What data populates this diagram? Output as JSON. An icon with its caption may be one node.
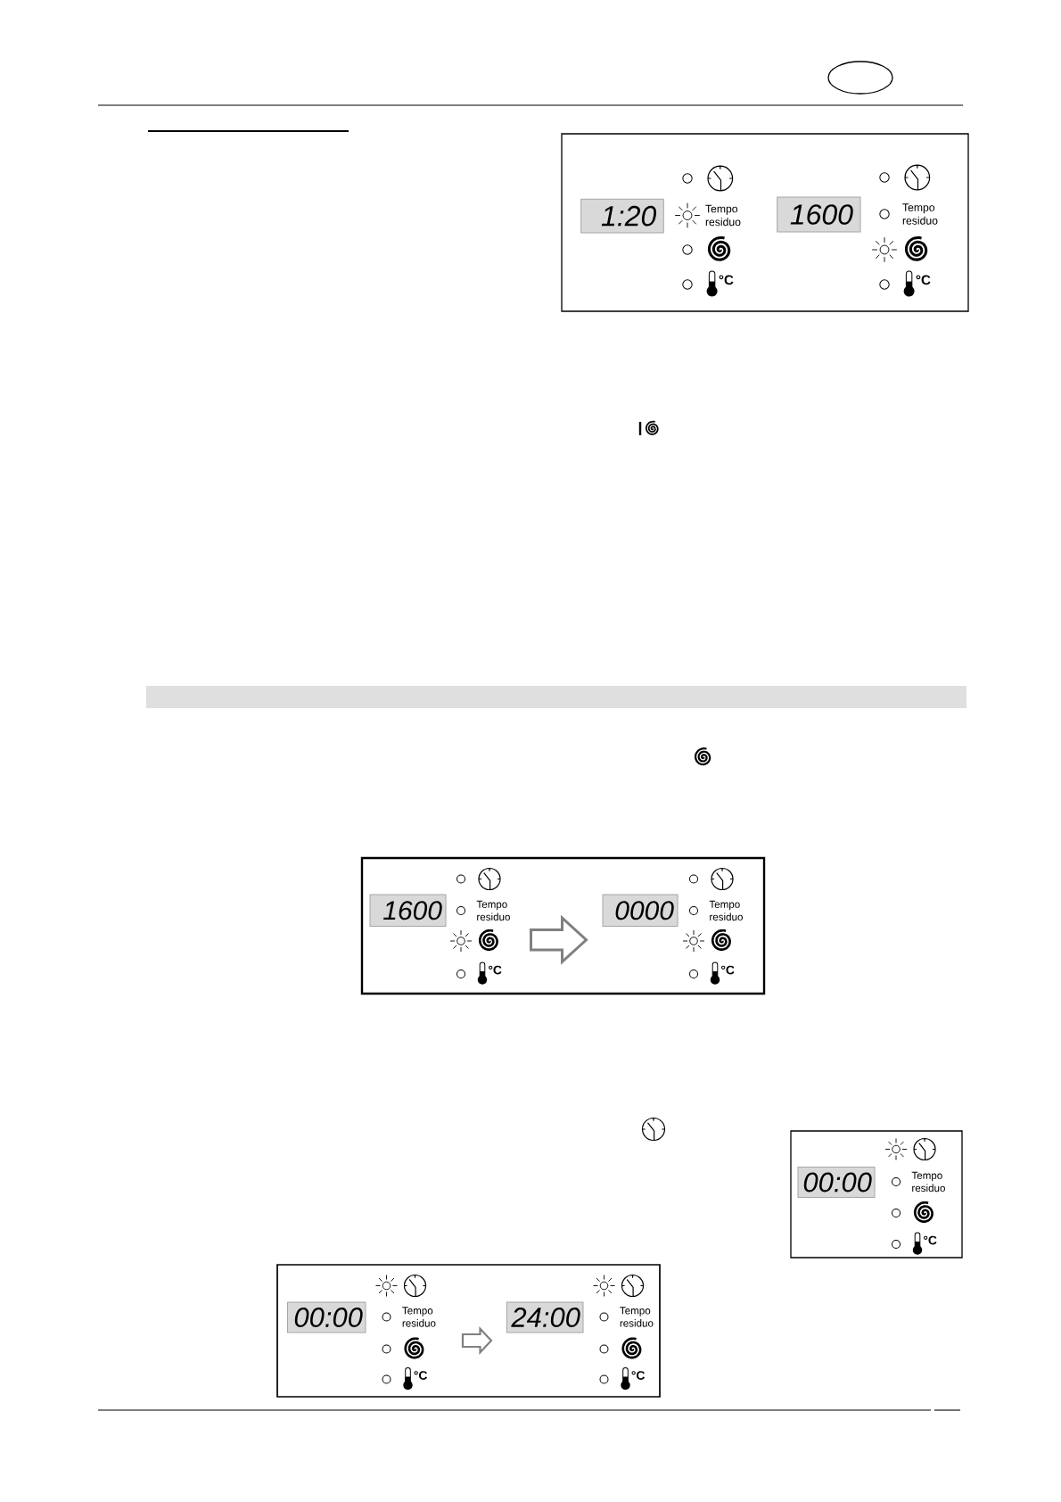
{
  "diagram": {
    "nodes": [
      {
        "text": [],
        "shape": "box"
      },
      {
        "text": [
          "1:20"
        ],
        "in": 0
      },
      {
        "text": [
          "1600"
        ],
        "in": 0
      },
      {
        "text": [],
        "shape": "bar"
      },
      {
        "text": [],
        "shape": "box"
      },
      {
        "text": [
          "1600"
        ],
        "in": 4
      },
      {
        "text": [
          "0000"
        ],
        "in": 4
      },
      {
        "text": [],
        "shape": "box"
      },
      {
        "text": [
          "00:00"
        ],
        "in": 7
      },
      {
        "text": [],
        "shape": "box"
      },
      {
        "text": [
          "00:00"
        ],
        "in": 9
      },
      {
        "text": [
          "24:00"
        ],
        "in": 9
      }
    ],
    "edges": [
      {
        "from": 5,
        "to": 6,
        "arrow": "to"
      },
      {
        "from": 10,
        "to": 11,
        "arrow": "to"
      }
    ],
    "labels": [
      "Tempo residuo",
      "Tempo residuo",
      "°C",
      "°C",
      "Tempo residuo",
      "Tempo residuo",
      "°C",
      "°C",
      "Tempo residuo",
      "°C",
      "Tempo residuo",
      "Tempo residuo",
      "°C",
      "°C"
    ]
  }
}
